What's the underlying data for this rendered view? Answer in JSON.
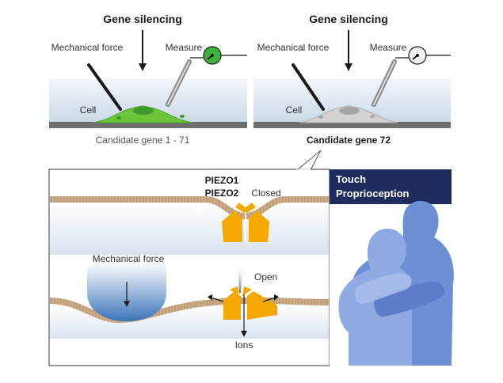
{
  "top_left": {
    "heading": "Gene silencing",
    "force_label": "Mechanical force",
    "measure_label": "Measure",
    "cell_label": "Cell",
    "caption": "Candidate gene 1 - 71",
    "cell_color": "#6cc43a",
    "gauge_color": "#3cb43c"
  },
  "top_right": {
    "heading": "Gene silencing",
    "force_label": "Mechanical force",
    "measure_label": "Measure",
    "cell_label": "Cell",
    "caption": "Candidate gene 72",
    "cell_color": "#d3d3d3"
  },
  "membrane_panel": {
    "channel_names": [
      "PIEZO1",
      "PIEZO2"
    ],
    "closed_label": "Closed",
    "open_label": "Open",
    "force_label": "Mechanical force",
    "ions_label": "Ions",
    "channel_color": "#f5a800"
  },
  "sense_panel": {
    "lines": [
      "Touch",
      "Proprioception"
    ],
    "header_color": "#1e2c5e",
    "figure_color": "#6f8fd4"
  }
}
